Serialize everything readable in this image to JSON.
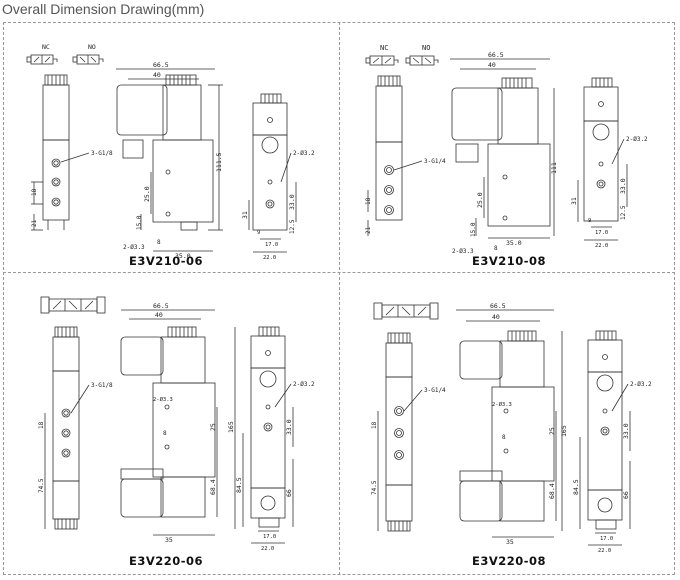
{
  "page": {
    "title": "Overall Dimension Drawing(mm)"
  },
  "panels": [
    {
      "model": "E3V210-06",
      "symbol_labels": [
        "NC",
        "NO"
      ],
      "port": "3-G1/8",
      "hole": "2-Ø3.3",
      "side_hole": "2-Ø3.2",
      "dims": {
        "overall_width": "66.5",
        "inner_width": "40",
        "height": "111.5",
        "d25": "25.0",
        "d15": "15.0",
        "d8": "8",
        "base": "35.0",
        "d18": "18",
        "d21": "21",
        "d31": "31",
        "d33": "33.0",
        "d12_5": "12.5",
        "d17": "17.0",
        "d22": "22.0",
        "d9": "9"
      }
    },
    {
      "model": "E3V210-08",
      "symbol_labels": [
        "NC",
        "NO"
      ],
      "port": "3-G1/4",
      "hole": "2-Ø3.3",
      "side_hole": "2-Ø3.2",
      "dims": {
        "overall_width": "66.5",
        "inner_width": "40",
        "height": "111",
        "d25": "25.0",
        "d15": "15.0",
        "d8": "8",
        "base": "35.0",
        "d18": "18",
        "d21": "21",
        "d31": "31",
        "d33": "33.0",
        "d12_5": "12.5",
        "d17": "17.0",
        "d22": "22.0",
        "d9": "9"
      }
    },
    {
      "model": "E3V220-06",
      "port": "3-G1/8",
      "hole": "2-Ø3.3",
      "side_hole": "2-Ø3.2",
      "dims": {
        "overall_width": "66.5",
        "inner_width": "40",
        "height": "165",
        "d25": "25",
        "d8": "8",
        "base": "35",
        "d18": "18",
        "d74_5": "74.5",
        "d84_5": "84.5",
        "d68_4": "68.4",
        "d33": "33.0",
        "d66": "66",
        "d17": "17.0",
        "d22": "22.0"
      }
    },
    {
      "model": "E3V220-08",
      "port": "3-G1/4",
      "hole": "2-Ø3.3",
      "side_hole": "2-Ø3.2",
      "dims": {
        "overall_width": "66.5",
        "inner_width": "40",
        "height": "165",
        "d25": "25",
        "d8": "8",
        "base": "35",
        "d18": "18",
        "d74_5": "74.5",
        "d84_5": "84.5",
        "d68_4": "68.4",
        "d33": "33.0",
        "d66": "66",
        "d17": "17.0",
        "d22": "22.0"
      }
    }
  ]
}
